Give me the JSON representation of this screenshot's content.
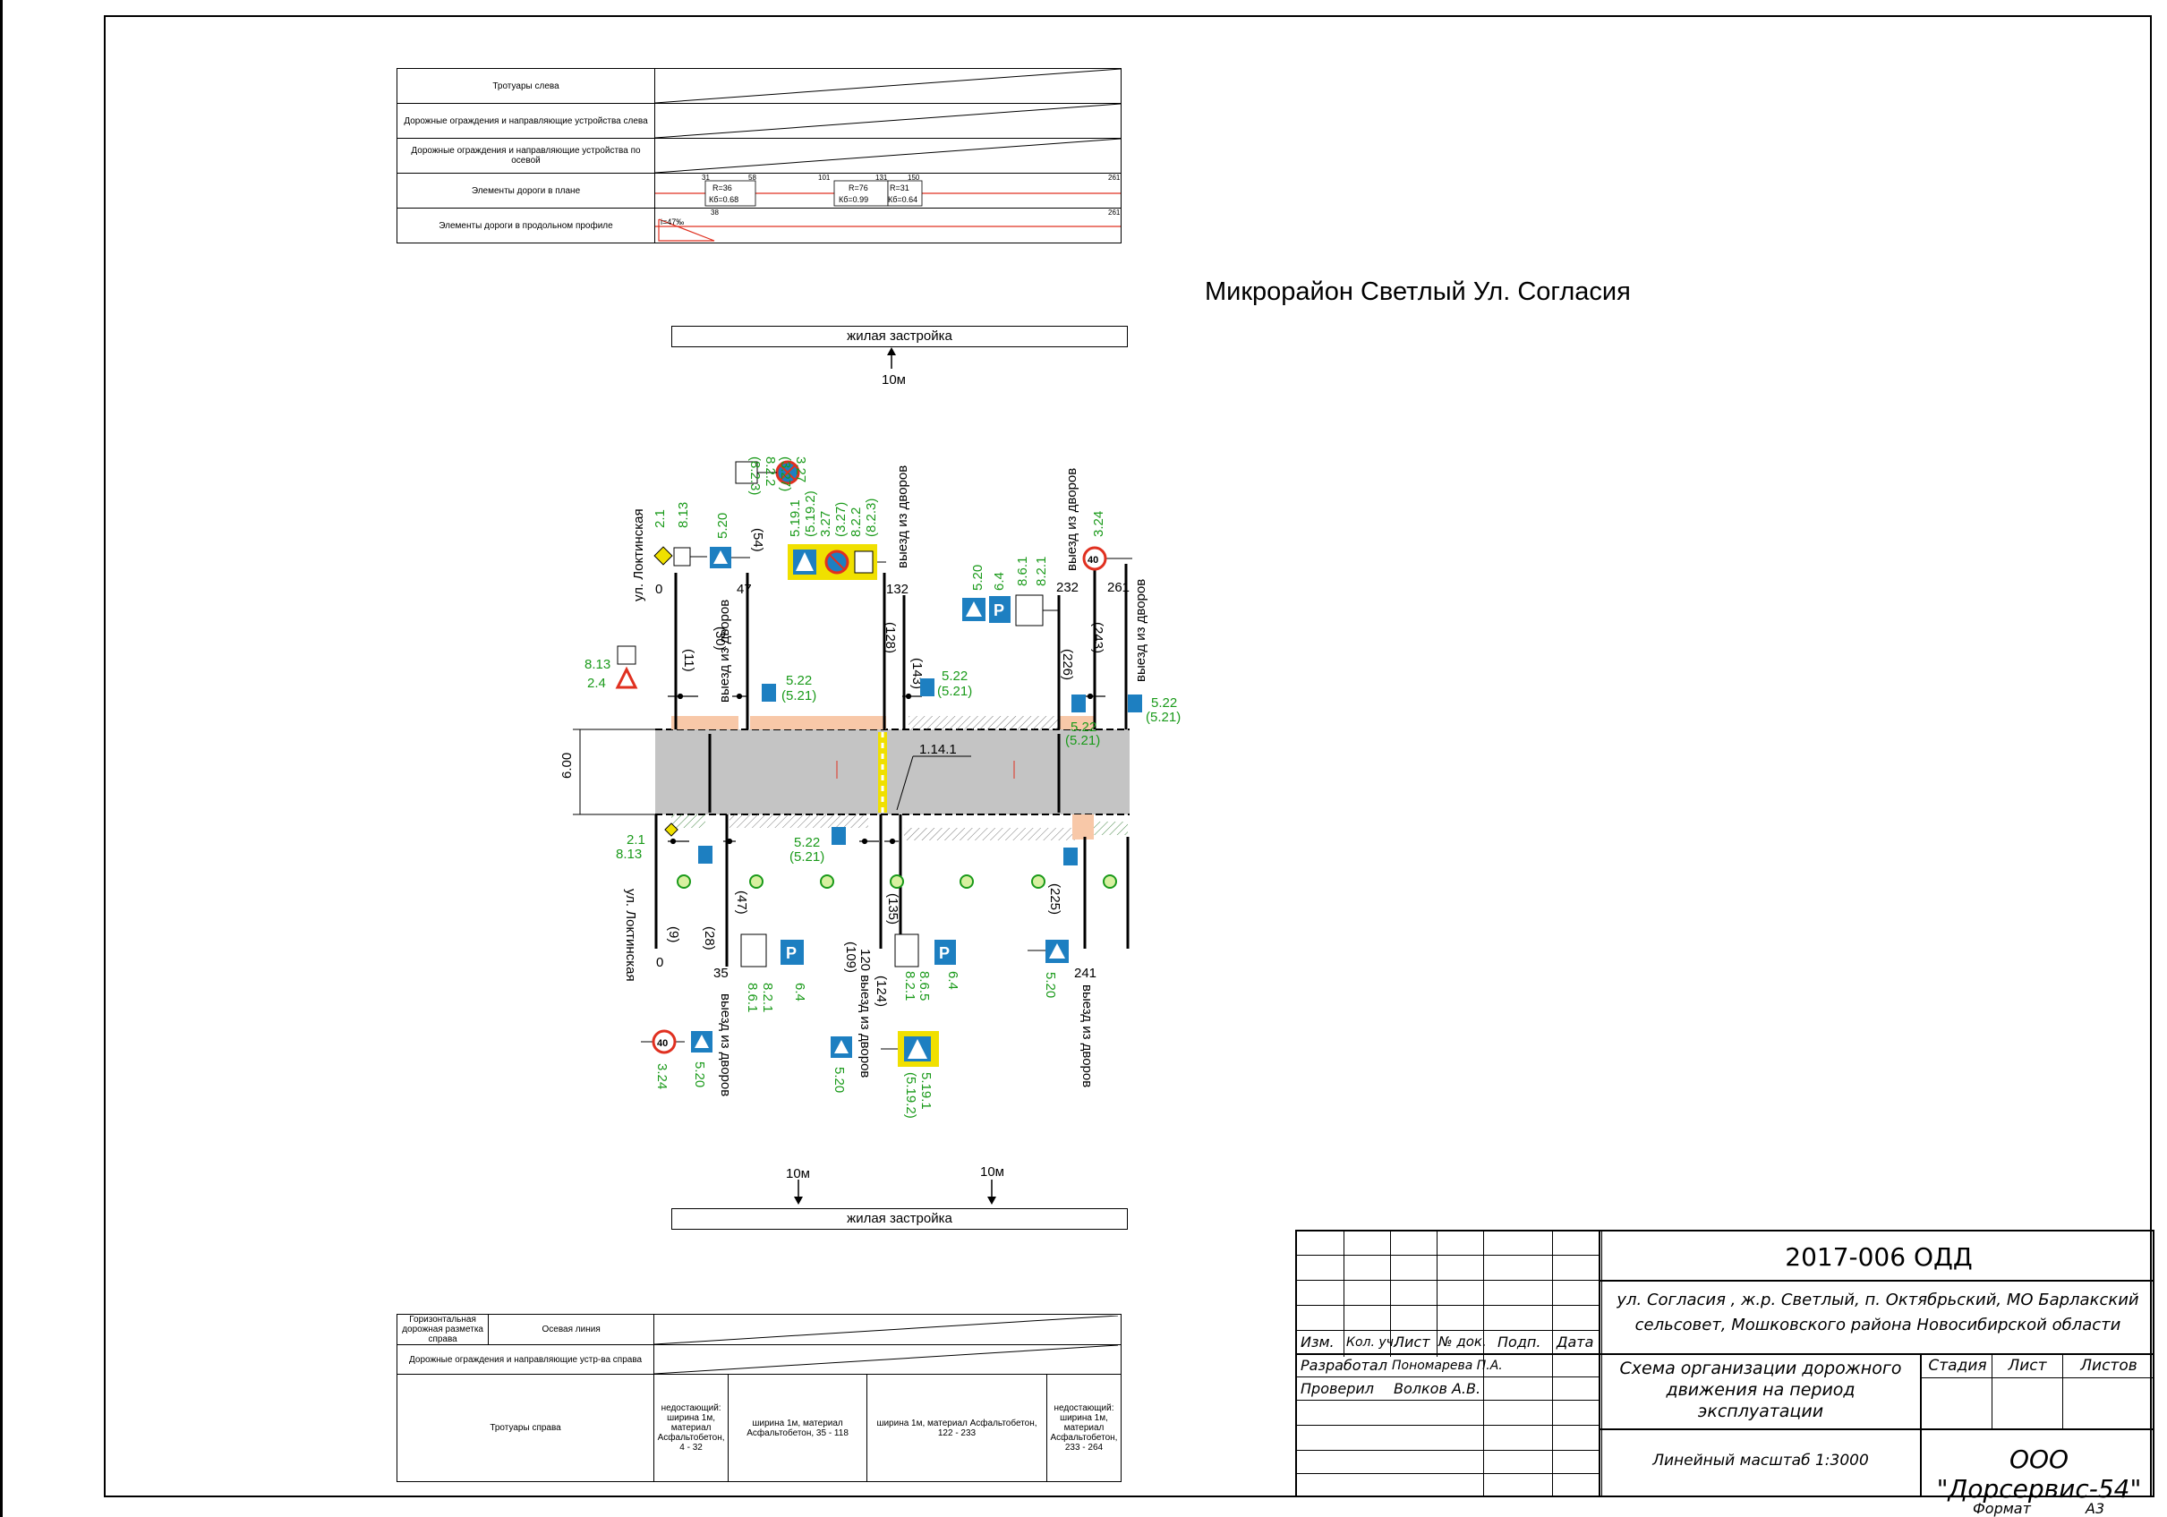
{
  "top_table": {
    "rows": [
      "Тротуары слева",
      "Дорожные ограждения и направляющие устройства слева",
      "Дорожные ограждения и направляющие устройства по осевой",
      "Элементы дороги в плане",
      "Элементы дороги в продольном профиле"
    ],
    "plan_marks": [
      "31",
      "58",
      "101",
      "131",
      "150",
      "261"
    ],
    "plan_curves": [
      "R=36\nКб=0.68",
      "R=76\nКб=0.99",
      "R=31\nКб=0.64"
    ],
    "profile_marks": [
      "i=47‰",
      "38",
      "261"
    ]
  },
  "title": "Микрорайон Светлый Ул. Согласия",
  "zone_top": "жилая застройка",
  "zone_bottom": "жилая застройка",
  "dist_top": "10м",
  "dist_bottom_1": "10м",
  "dist_bottom_2": "10м",
  "road_width": "6.00",
  "marking": "1.14.1",
  "streets": {
    "left_top": "ул. Локтинская",
    "left_bottom": "ул. Локтинская"
  },
  "exits": [
    "выезд из дворов",
    "выезд из дворов",
    "выезд из дворов",
    "выезд из дворов",
    "120 выезд из дворов",
    "выезд из дворов"
  ],
  "top_chainage": [
    "0",
    "47",
    "132",
    "232",
    "261"
  ],
  "top_paren": [
    "(11)",
    "(30)",
    "(54)",
    "(128)",
    "(143)",
    "(226)",
    "(243)"
  ],
  "bottom_chainage": [
    "0",
    "35",
    "241"
  ],
  "bottom_paren": [
    "(9)",
    "(28)",
    "(47)",
    "(109)",
    "(124)",
    "(135)",
    "(225)"
  ],
  "sign_labels": {
    "s1": [
      "2.1",
      "8.13"
    ],
    "s2": "5.20",
    "s3": [
      "3.27",
      "(3.27)",
      "8.2.2",
      "(8.2.3)"
    ],
    "s4": [
      "5.19.1",
      "(5.19.2)",
      "3.27",
      "(3.27)",
      "8.2.2",
      "(8.2.3)"
    ],
    "s5": [
      "5.20",
      "6.4",
      "8.6.1",
      "8.2.1"
    ],
    "s6": "3.24",
    "s7": [
      "8.13",
      "2.4"
    ],
    "s8": [
      "5.22",
      "(5.21)"
    ],
    "s9": [
      "5.22",
      "(5.21)"
    ],
    "s10": [
      "5.22",
      "(5.21)"
    ],
    "s11": [
      "5.22",
      "(5.21)"
    ],
    "s12": [
      "2.1",
      "8.13"
    ],
    "s13": [
      "5.22",
      "(5.21)"
    ],
    "s14": [
      "8.6.1",
      "8.2.1",
      "6.4"
    ],
    "s15": [
      "8.6.5",
      "8.2.1",
      "6.4"
    ],
    "s16": "5.20",
    "s17": "3.24",
    "s18": "5.20",
    "s19": "5.20",
    "s20": [
      "5.19.1",
      "(5.19.2)"
    ]
  },
  "bottom_table": {
    "row1_label": "Горизонтальная дорожная разметка справа",
    "row1_value": "Осевая линия",
    "row2_label": "Дорожные ограждения и направляющие устр-ва справа",
    "row3_label": "Тротуары справа",
    "row3_cells": [
      "недостающий: ширина 1м, материал Асфальтобетон, 4 - 32",
      "ширина 1м, материал Асфальтобетон, 35 - 118",
      "ширина 1м, материал Асфальтобетон, 122 - 233",
      "недостающий: ширина 1м, материал Асфальтобетон, 233 - 264"
    ]
  },
  "stamp": {
    "code": "2017-006 ОДД",
    "address_1": "ул. Согласия , ж.р. Светлый, п. Октябрьский, МО Барлакский",
    "address_2": "сельсовет, Мошковского района Новосибирской области",
    "cols": [
      "Изм.",
      "Кол. уч.",
      "Лист",
      "№ док.",
      "Подп.",
      "Дата"
    ],
    "dev_label": "Разработал",
    "dev_name": "Пономарева П.А.",
    "check_label": "Проверил",
    "check_name": "Волков А.В.",
    "doc_title_1": "Схема организации дорожного",
    "doc_title_2": "движения на период",
    "doc_title_3": "эксплуатации",
    "stage": "Стадия",
    "sheet": "Лист",
    "sheets": "Листов",
    "scale": "Линейный масштаб 1:3000",
    "org": "ООО \"Дорсервис-54\"",
    "format_label": "Формат",
    "format_value": "А3"
  },
  "colors": {
    "road": "#c4c4c4",
    "sidewalk": "#f8c8a8",
    "green": "#1a9a1a",
    "sign_blue": "#1d7fc1",
    "red": "#e03020",
    "yellow": "#f0e000"
  }
}
